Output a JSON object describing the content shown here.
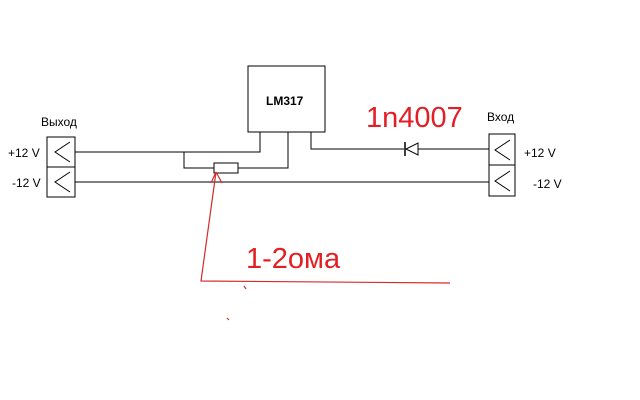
{
  "labels": {
    "output_title": "Выход",
    "input_title": "Вход",
    "out_plus": "+12 V",
    "out_minus": "-12 V",
    "in_plus": "+12 V",
    "in_minus": "-12 V",
    "ic": "LM317",
    "diode": "1n4007",
    "resistor": "1-2ома"
  },
  "colors": {
    "annotation": "#e31e24",
    "wire": "#000000"
  }
}
